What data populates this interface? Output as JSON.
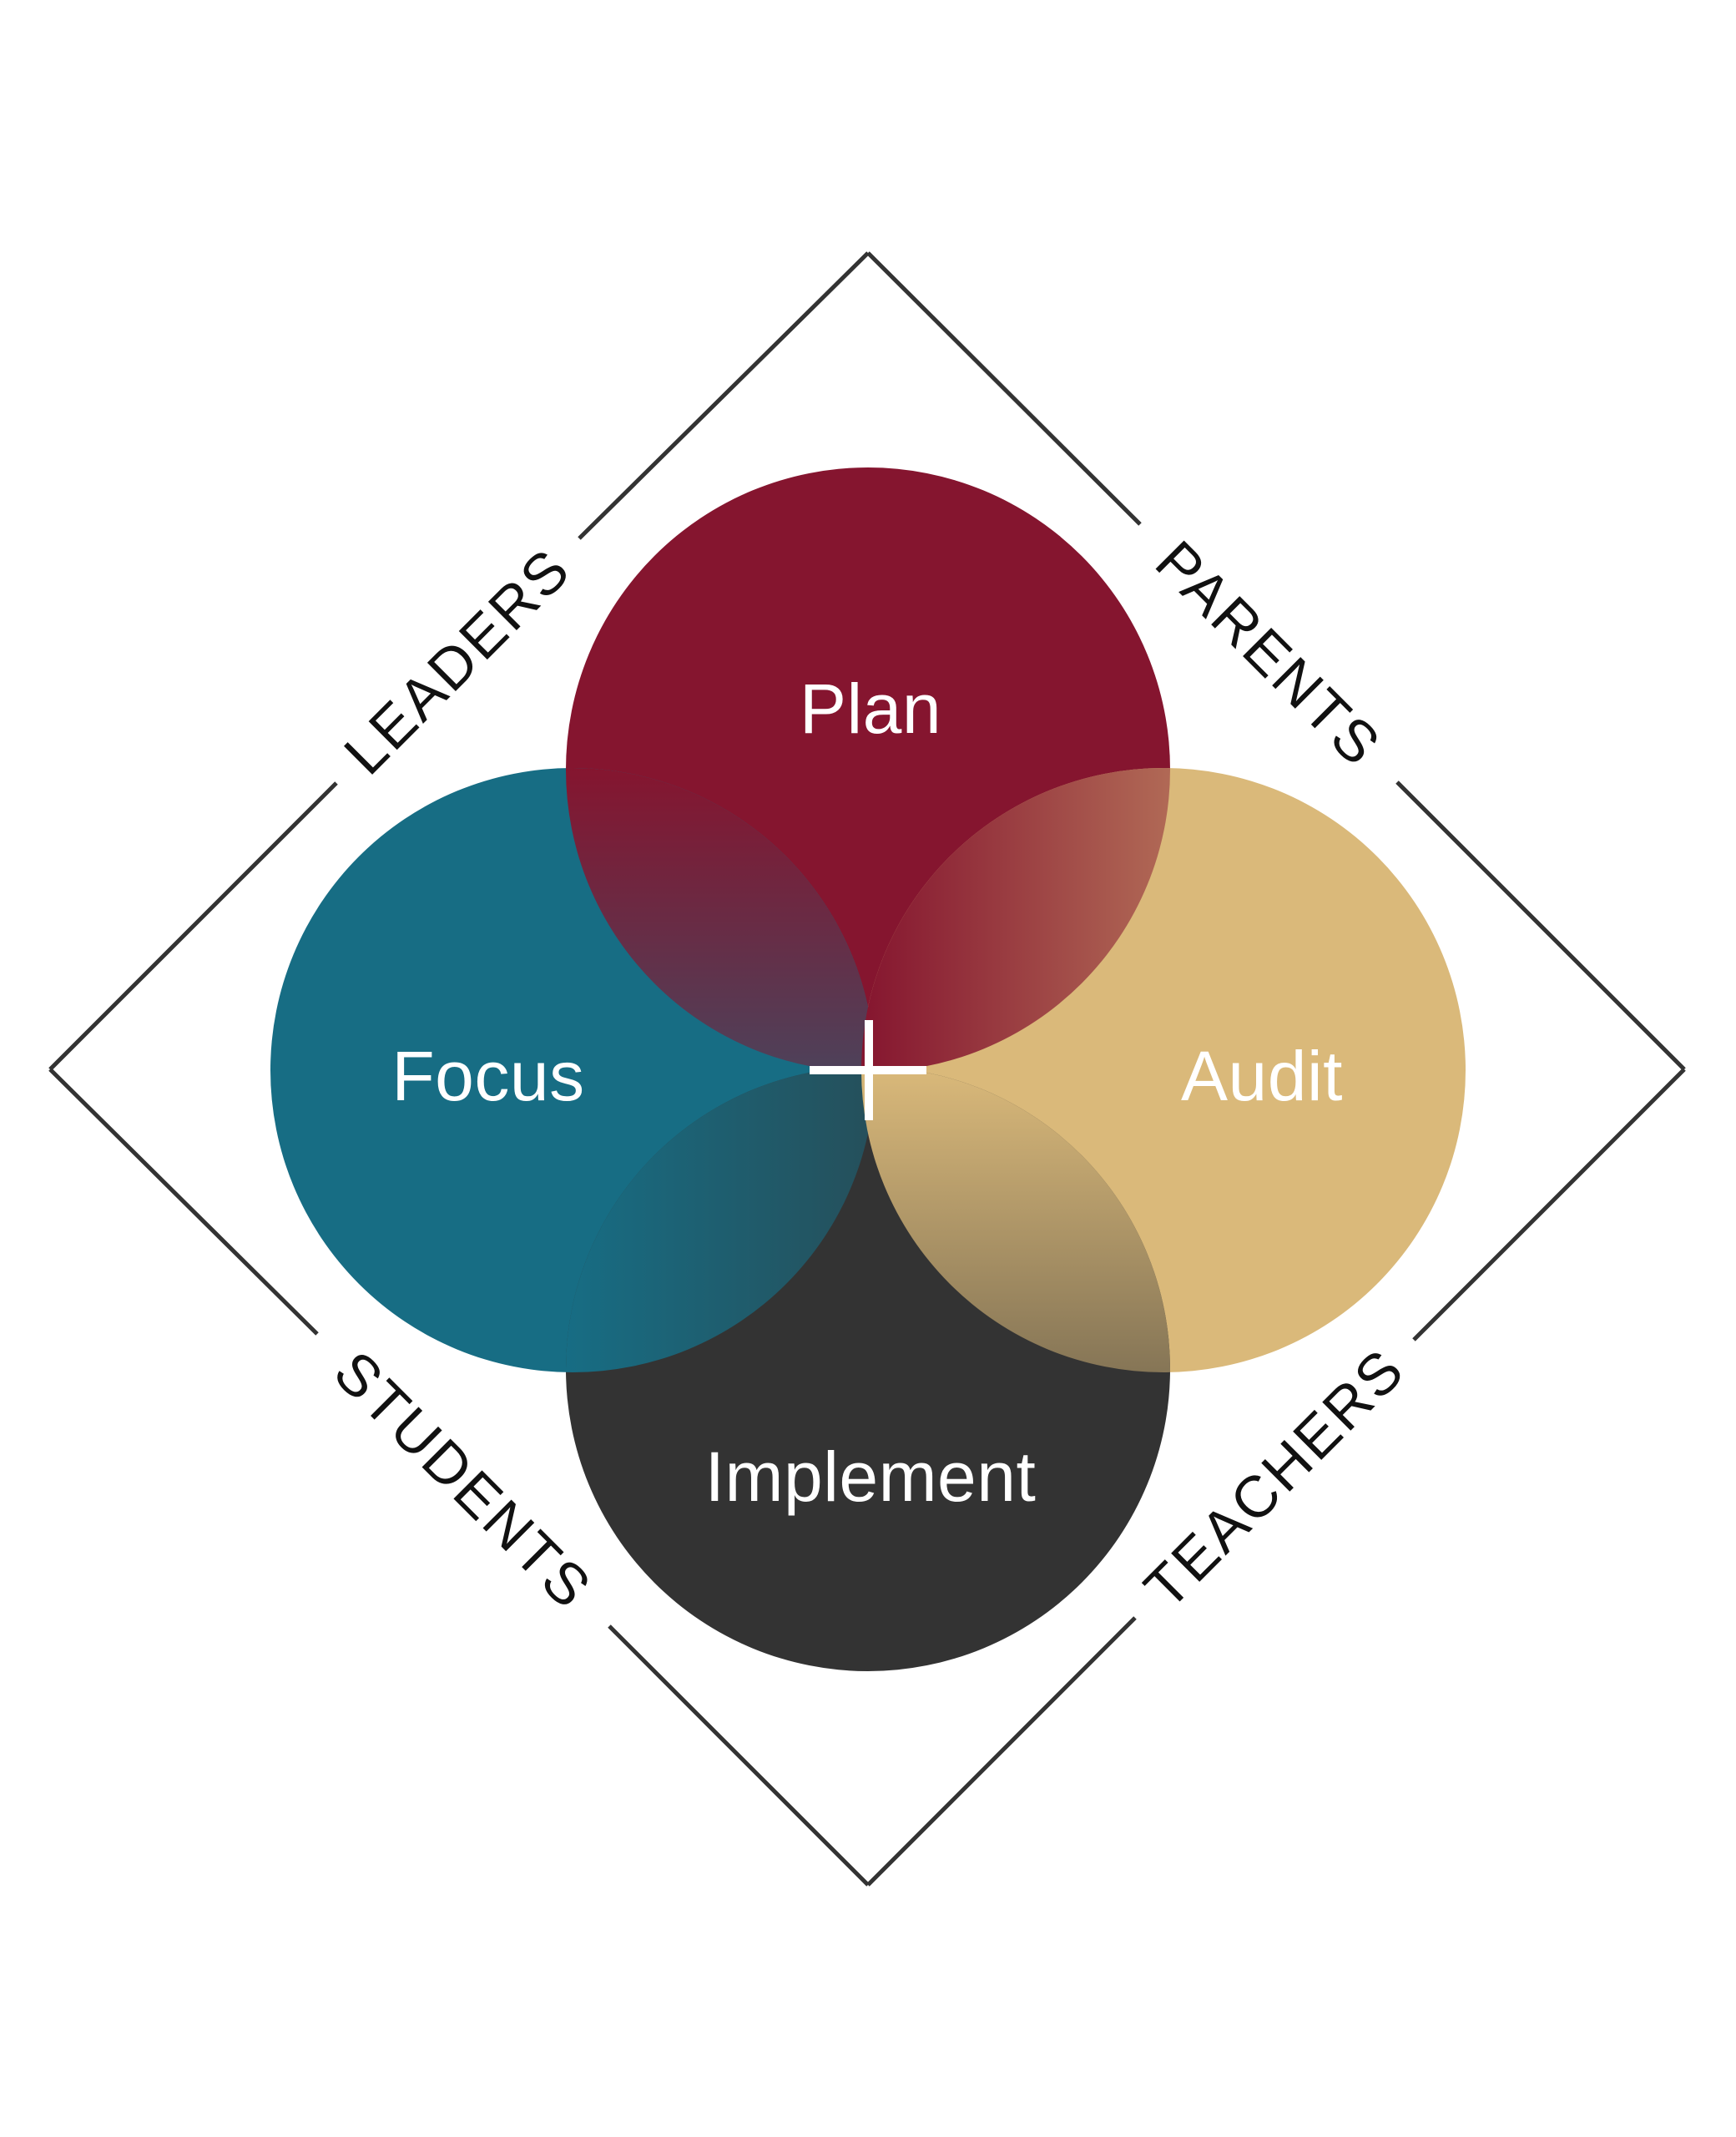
{
  "circles": {
    "plan": {
      "label": "Plan",
      "color": "#85152F"
    },
    "focus": {
      "label": "Focus",
      "color": "#176D84"
    },
    "audit": {
      "label": "Audit",
      "color": "#DAB97A"
    },
    "implement": {
      "label": "Implement",
      "color": "#333333"
    }
  },
  "sides": {
    "leaders": "LEADERS",
    "parents": "PARENTS",
    "students": "STUDENTS",
    "teachers": "TEACHERS"
  },
  "frame_color": "#333333"
}
